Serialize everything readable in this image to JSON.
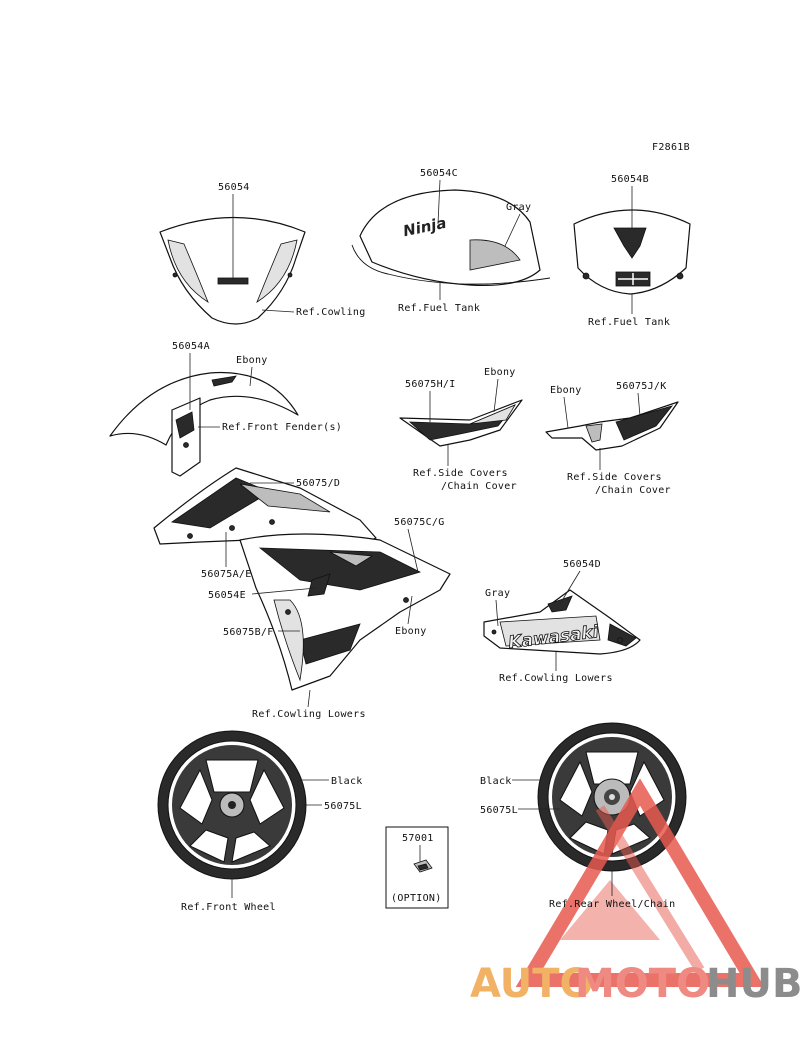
{
  "figure_code": "F2861B",
  "decal_text": {
    "kawasaki": "Kawasaki",
    "ninja": "Ninja"
  },
  "parts": {
    "p56054": "56054",
    "p56054C": "56054C",
    "p56054B": "56054B",
    "p56054A": "56054A",
    "p56075HI": "56075H/I",
    "p56075JK": "56075J/K",
    "p56075D": "56075/D",
    "p56075CG": "56075C/G",
    "p56075AE": "56075A/E",
    "p56054E": "56054E",
    "p56075BF": "56075B/F",
    "p56054D": "56054D",
    "p57001": "57001",
    "p56075L_front": "56075L",
    "p56075L_rear": "56075L"
  },
  "colors_text": {
    "gray_tank": "Gray",
    "ebony_fender": "Ebony",
    "ebony_side_left": "Ebony",
    "ebony_side_right": "Ebony",
    "ebony_cowl": "Ebony",
    "gray_lower": "Gray",
    "black_front": "Black",
    "black_rear": "Black"
  },
  "refs": {
    "cowling": "Ref.Cowling",
    "fuel_tank_1": "Ref.Fuel Tank",
    "fuel_tank_2": "Ref.Fuel Tank",
    "front_fender": "Ref.Front Fender(s)",
    "side_covers_left_1": "Ref.Side Covers",
    "side_covers_left_2": "/Chain Cover",
    "side_covers_right_1": "Ref.Side Covers",
    "side_covers_right_2": "/Chain Cover",
    "cowling_lowers_right": "Ref.Cowling Lowers",
    "cowling_lowers_main": "Ref.Cowling Lowers",
    "front_wheel": "Ref.Front Wheel",
    "rear_wheel": "Ref.Rear Wheel/Chain"
  },
  "option_label": "(OPTION)",
  "watermark": {
    "part1": "AUTO",
    "part2": "MOTO",
    "part3": "HUB",
    "color_orange": "#f2b266",
    "color_red": "#e85a50",
    "color_grey": "#8c8c8c"
  }
}
